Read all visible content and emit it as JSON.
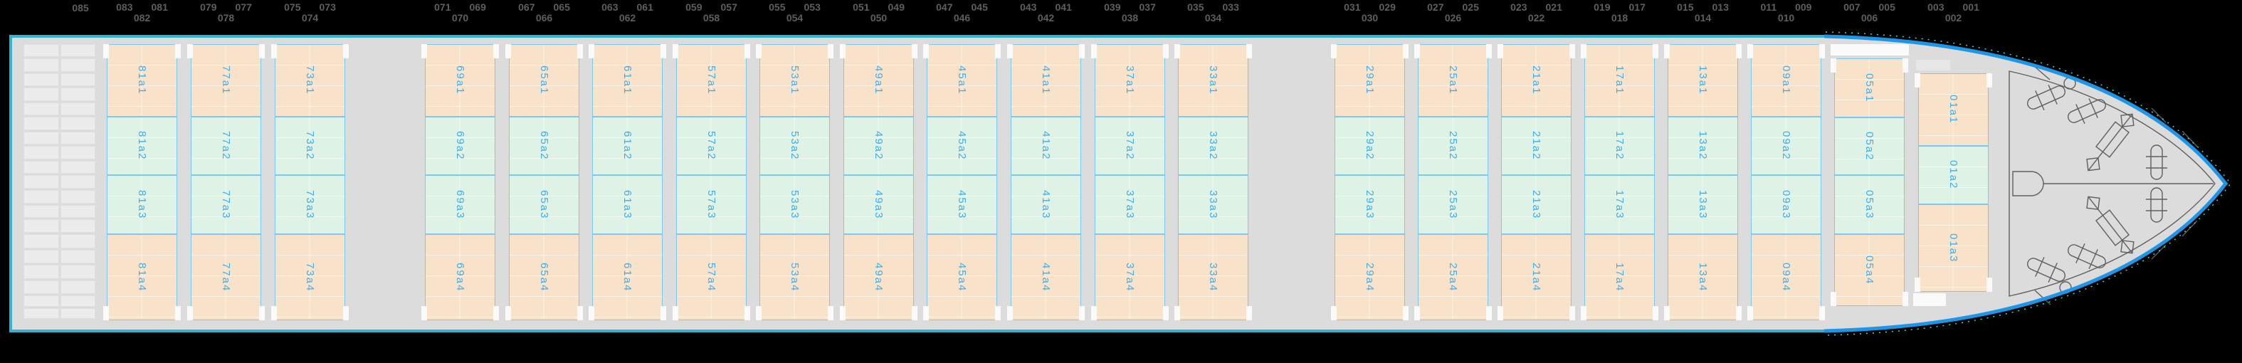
{
  "header": {
    "single_label": "085",
    "groups": [
      {
        "odd": [
          "083",
          "081"
        ],
        "even": "082"
      },
      {
        "odd": [
          "079",
          "077"
        ],
        "even": "078"
      },
      {
        "odd": [
          "075",
          "073"
        ],
        "even": "074"
      },
      {
        "odd": [
          "071",
          "069"
        ],
        "even": "070"
      },
      {
        "odd": [
          "067",
          "065"
        ],
        "even": "066"
      },
      {
        "odd": [
          "063",
          "061"
        ],
        "even": "062"
      },
      {
        "odd": [
          "059",
          "057"
        ],
        "even": "058"
      },
      {
        "odd": [
          "055",
          "053"
        ],
        "even": "054"
      },
      {
        "odd": [
          "051",
          "049"
        ],
        "even": "050"
      },
      {
        "odd": [
          "047",
          "045"
        ],
        "even": "046"
      },
      {
        "odd": [
          "043",
          "041"
        ],
        "even": "042"
      },
      {
        "odd": [
          "039",
          "037"
        ],
        "even": "038"
      },
      {
        "odd": [
          "035",
          "033"
        ],
        "even": "034"
      },
      {
        "odd": [
          "031",
          "029"
        ],
        "even": "030"
      },
      {
        "odd": [
          "027",
          "025"
        ],
        "even": "026"
      },
      {
        "odd": [
          "023",
          "021"
        ],
        "even": "022"
      },
      {
        "odd": [
          "019",
          "017"
        ],
        "even": "018"
      },
      {
        "odd": [
          "015",
          "013"
        ],
        "even": "014"
      },
      {
        "odd": [
          "011",
          "009"
        ],
        "even": "010"
      },
      {
        "odd": [
          "007",
          "005"
        ],
        "even": "006"
      },
      {
        "odd": [
          "003",
          "001"
        ],
        "even": "002"
      }
    ]
  },
  "bays": [
    {
      "number": "81",
      "cells": [
        {
          "id": "81a1",
          "tone": "peach"
        },
        {
          "id": "81a2",
          "tone": "mint"
        },
        {
          "id": "81a3",
          "tone": "mint"
        },
        {
          "id": "81a4",
          "tone": "peach"
        }
      ]
    },
    {
      "number": "77",
      "cells": [
        {
          "id": "77a1",
          "tone": "peach"
        },
        {
          "id": "77a2",
          "tone": "mint"
        },
        {
          "id": "77a3",
          "tone": "mint"
        },
        {
          "id": "77a4",
          "tone": "peach"
        }
      ]
    },
    {
      "number": "73",
      "cells": [
        {
          "id": "73a1",
          "tone": "peach"
        },
        {
          "id": "73a2",
          "tone": "mint"
        },
        {
          "id": "73a3",
          "tone": "mint"
        },
        {
          "id": "73a4",
          "tone": "peach"
        }
      ]
    },
    {
      "number": "69",
      "cells": [
        {
          "id": "69a1",
          "tone": "peach"
        },
        {
          "id": "69a2",
          "tone": "mint"
        },
        {
          "id": "69a3",
          "tone": "mint"
        },
        {
          "id": "69a4",
          "tone": "peach"
        }
      ]
    },
    {
      "number": "65",
      "cells": [
        {
          "id": "65a1",
          "tone": "peach"
        },
        {
          "id": "65a2",
          "tone": "mint"
        },
        {
          "id": "65a3",
          "tone": "mint"
        },
        {
          "id": "65a4",
          "tone": "peach"
        }
      ]
    },
    {
      "number": "61",
      "cells": [
        {
          "id": "61a1",
          "tone": "peach"
        },
        {
          "id": "61a2",
          "tone": "mint"
        },
        {
          "id": "61a3",
          "tone": "mint"
        },
        {
          "id": "61a4",
          "tone": "peach"
        }
      ]
    },
    {
      "number": "57",
      "cells": [
        {
          "id": "57a1",
          "tone": "peach"
        },
        {
          "id": "57a2",
          "tone": "mint"
        },
        {
          "id": "57a3",
          "tone": "mint"
        },
        {
          "id": "57a4",
          "tone": "peach"
        }
      ]
    },
    {
      "number": "53",
      "cells": [
        {
          "id": "53a1",
          "tone": "peach"
        },
        {
          "id": "53a2",
          "tone": "mint"
        },
        {
          "id": "53a3",
          "tone": "mint"
        },
        {
          "id": "53a4",
          "tone": "peach"
        }
      ]
    },
    {
      "number": "49",
      "cells": [
        {
          "id": "49a1",
          "tone": "peach"
        },
        {
          "id": "49a2",
          "tone": "mint"
        },
        {
          "id": "49a3",
          "tone": "mint"
        },
        {
          "id": "49a4",
          "tone": "peach"
        }
      ]
    },
    {
      "number": "45",
      "cells": [
        {
          "id": "45a1",
          "tone": "peach"
        },
        {
          "id": "45a2",
          "tone": "mint"
        },
        {
          "id": "45a3",
          "tone": "mint"
        },
        {
          "id": "45a4",
          "tone": "peach"
        }
      ]
    },
    {
      "number": "41",
      "cells": [
        {
          "id": "41a1",
          "tone": "peach"
        },
        {
          "id": "41a2",
          "tone": "mint"
        },
        {
          "id": "41a3",
          "tone": "mint"
        },
        {
          "id": "41a4",
          "tone": "peach"
        }
      ]
    },
    {
      "number": "37",
      "cells": [
        {
          "id": "37a1",
          "tone": "peach"
        },
        {
          "id": "37a2",
          "tone": "mint"
        },
        {
          "id": "37a3",
          "tone": "mint"
        },
        {
          "id": "37a4",
          "tone": "peach"
        }
      ]
    },
    {
      "number": "33",
      "cells": [
        {
          "id": "33a1",
          "tone": "peach"
        },
        {
          "id": "33a2",
          "tone": "mint"
        },
        {
          "id": "33a3",
          "tone": "mint"
        },
        {
          "id": "33a4",
          "tone": "peach"
        }
      ]
    },
    {
      "number": "29",
      "cells": [
        {
          "id": "29a1",
          "tone": "peach"
        },
        {
          "id": "29a2",
          "tone": "mint"
        },
        {
          "id": "29a3",
          "tone": "mint"
        },
        {
          "id": "29a4",
          "tone": "peach"
        }
      ]
    },
    {
      "number": "25",
      "cells": [
        {
          "id": "25a1",
          "tone": "peach"
        },
        {
          "id": "25a2",
          "tone": "mint"
        },
        {
          "id": "25a3",
          "tone": "mint"
        },
        {
          "id": "25a4",
          "tone": "peach"
        }
      ]
    },
    {
      "number": "21",
      "cells": [
        {
          "id": "21a1",
          "tone": "peach"
        },
        {
          "id": "21a2",
          "tone": "mint"
        },
        {
          "id": "21a3",
          "tone": "mint"
        },
        {
          "id": "21a4",
          "tone": "peach"
        }
      ]
    },
    {
      "number": "17",
      "cells": [
        {
          "id": "17a1",
          "tone": "peach"
        },
        {
          "id": "17a2",
          "tone": "mint"
        },
        {
          "id": "17a3",
          "tone": "mint"
        },
        {
          "id": "17a4",
          "tone": "peach"
        }
      ]
    },
    {
      "number": "13",
      "cells": [
        {
          "id": "13a1",
          "tone": "peach"
        },
        {
          "id": "13a2",
          "tone": "mint"
        },
        {
          "id": "13a3",
          "tone": "mint"
        },
        {
          "id": "13a4",
          "tone": "peach"
        }
      ]
    },
    {
      "number": "09",
      "cells": [
        {
          "id": "09a1",
          "tone": "peach"
        },
        {
          "id": "09a2",
          "tone": "mint"
        },
        {
          "id": "09a3",
          "tone": "mint"
        },
        {
          "id": "09a4",
          "tone": "peach"
        }
      ]
    },
    {
      "number": "05",
      "cells": [
        {
          "id": "05a1",
          "tone": "peach"
        },
        {
          "id": "05a2",
          "tone": "mint"
        },
        {
          "id": "05a3",
          "tone": "mint"
        },
        {
          "id": "05a4",
          "tone": "peach"
        }
      ]
    },
    {
      "number": "01",
      "cells": [
        {
          "id": "01a1",
          "tone": "peach"
        },
        {
          "id": "01a2",
          "tone": "mint"
        },
        {
          "id": "01a3",
          "tone": "peach"
        }
      ]
    }
  ],
  "stern_grid": {
    "columns": 2,
    "row_groups": [
      5,
      4,
      4,
      4,
      2
    ]
  },
  "bow": {
    "equipment": [
      "mooring-bollard",
      "mooring-bollard",
      "anchor-windlass",
      "double-bitt",
      "windlass-drum",
      "masthead"
    ]
  },
  "colors": {
    "background": "#000000",
    "hull_fill": "#dcdcdc",
    "hull_border_teal": "#2fb3cf",
    "hull_border_blue": "#1d96e8",
    "cell_peach": "#f8e2c9",
    "cell_mint": "#def2e5",
    "cell_border": "#79c9f2",
    "cell_text": "#3fadea",
    "bay_label_text": "#5e5e5e",
    "hatch_tab": "#fafafa",
    "stern_cell": "#ececec",
    "bow_outline": "#5f5f5f"
  }
}
